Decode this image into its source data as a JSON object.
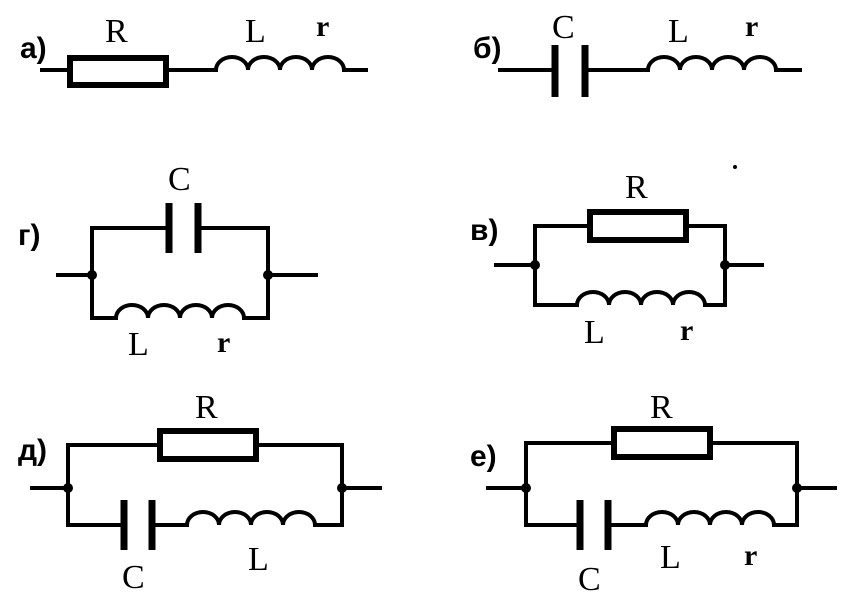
{
  "circuits": [
    {
      "id": "a",
      "tag": "а)",
      "labels": {
        "R": "R",
        "L": "L",
        "r": "r"
      }
    },
    {
      "id": "b",
      "tag": "б)",
      "labels": {
        "C": "C",
        "L": "L",
        "r": "r"
      }
    },
    {
      "id": "g",
      "tag": "г)",
      "labels": {
        "C": "C",
        "L": "L",
        "r": "r"
      }
    },
    {
      "id": "v",
      "tag": "в)",
      "labels": {
        "R": "R",
        "L": "L",
        "r": "r"
      }
    },
    {
      "id": "d",
      "tag": "д)",
      "labels": {
        "R": "R",
        "C": "C",
        "L": "L"
      }
    },
    {
      "id": "e",
      "tag": "е)",
      "labels": {
        "R": "R",
        "C": "C",
        "L": "L",
        "r": "r"
      }
    }
  ]
}
